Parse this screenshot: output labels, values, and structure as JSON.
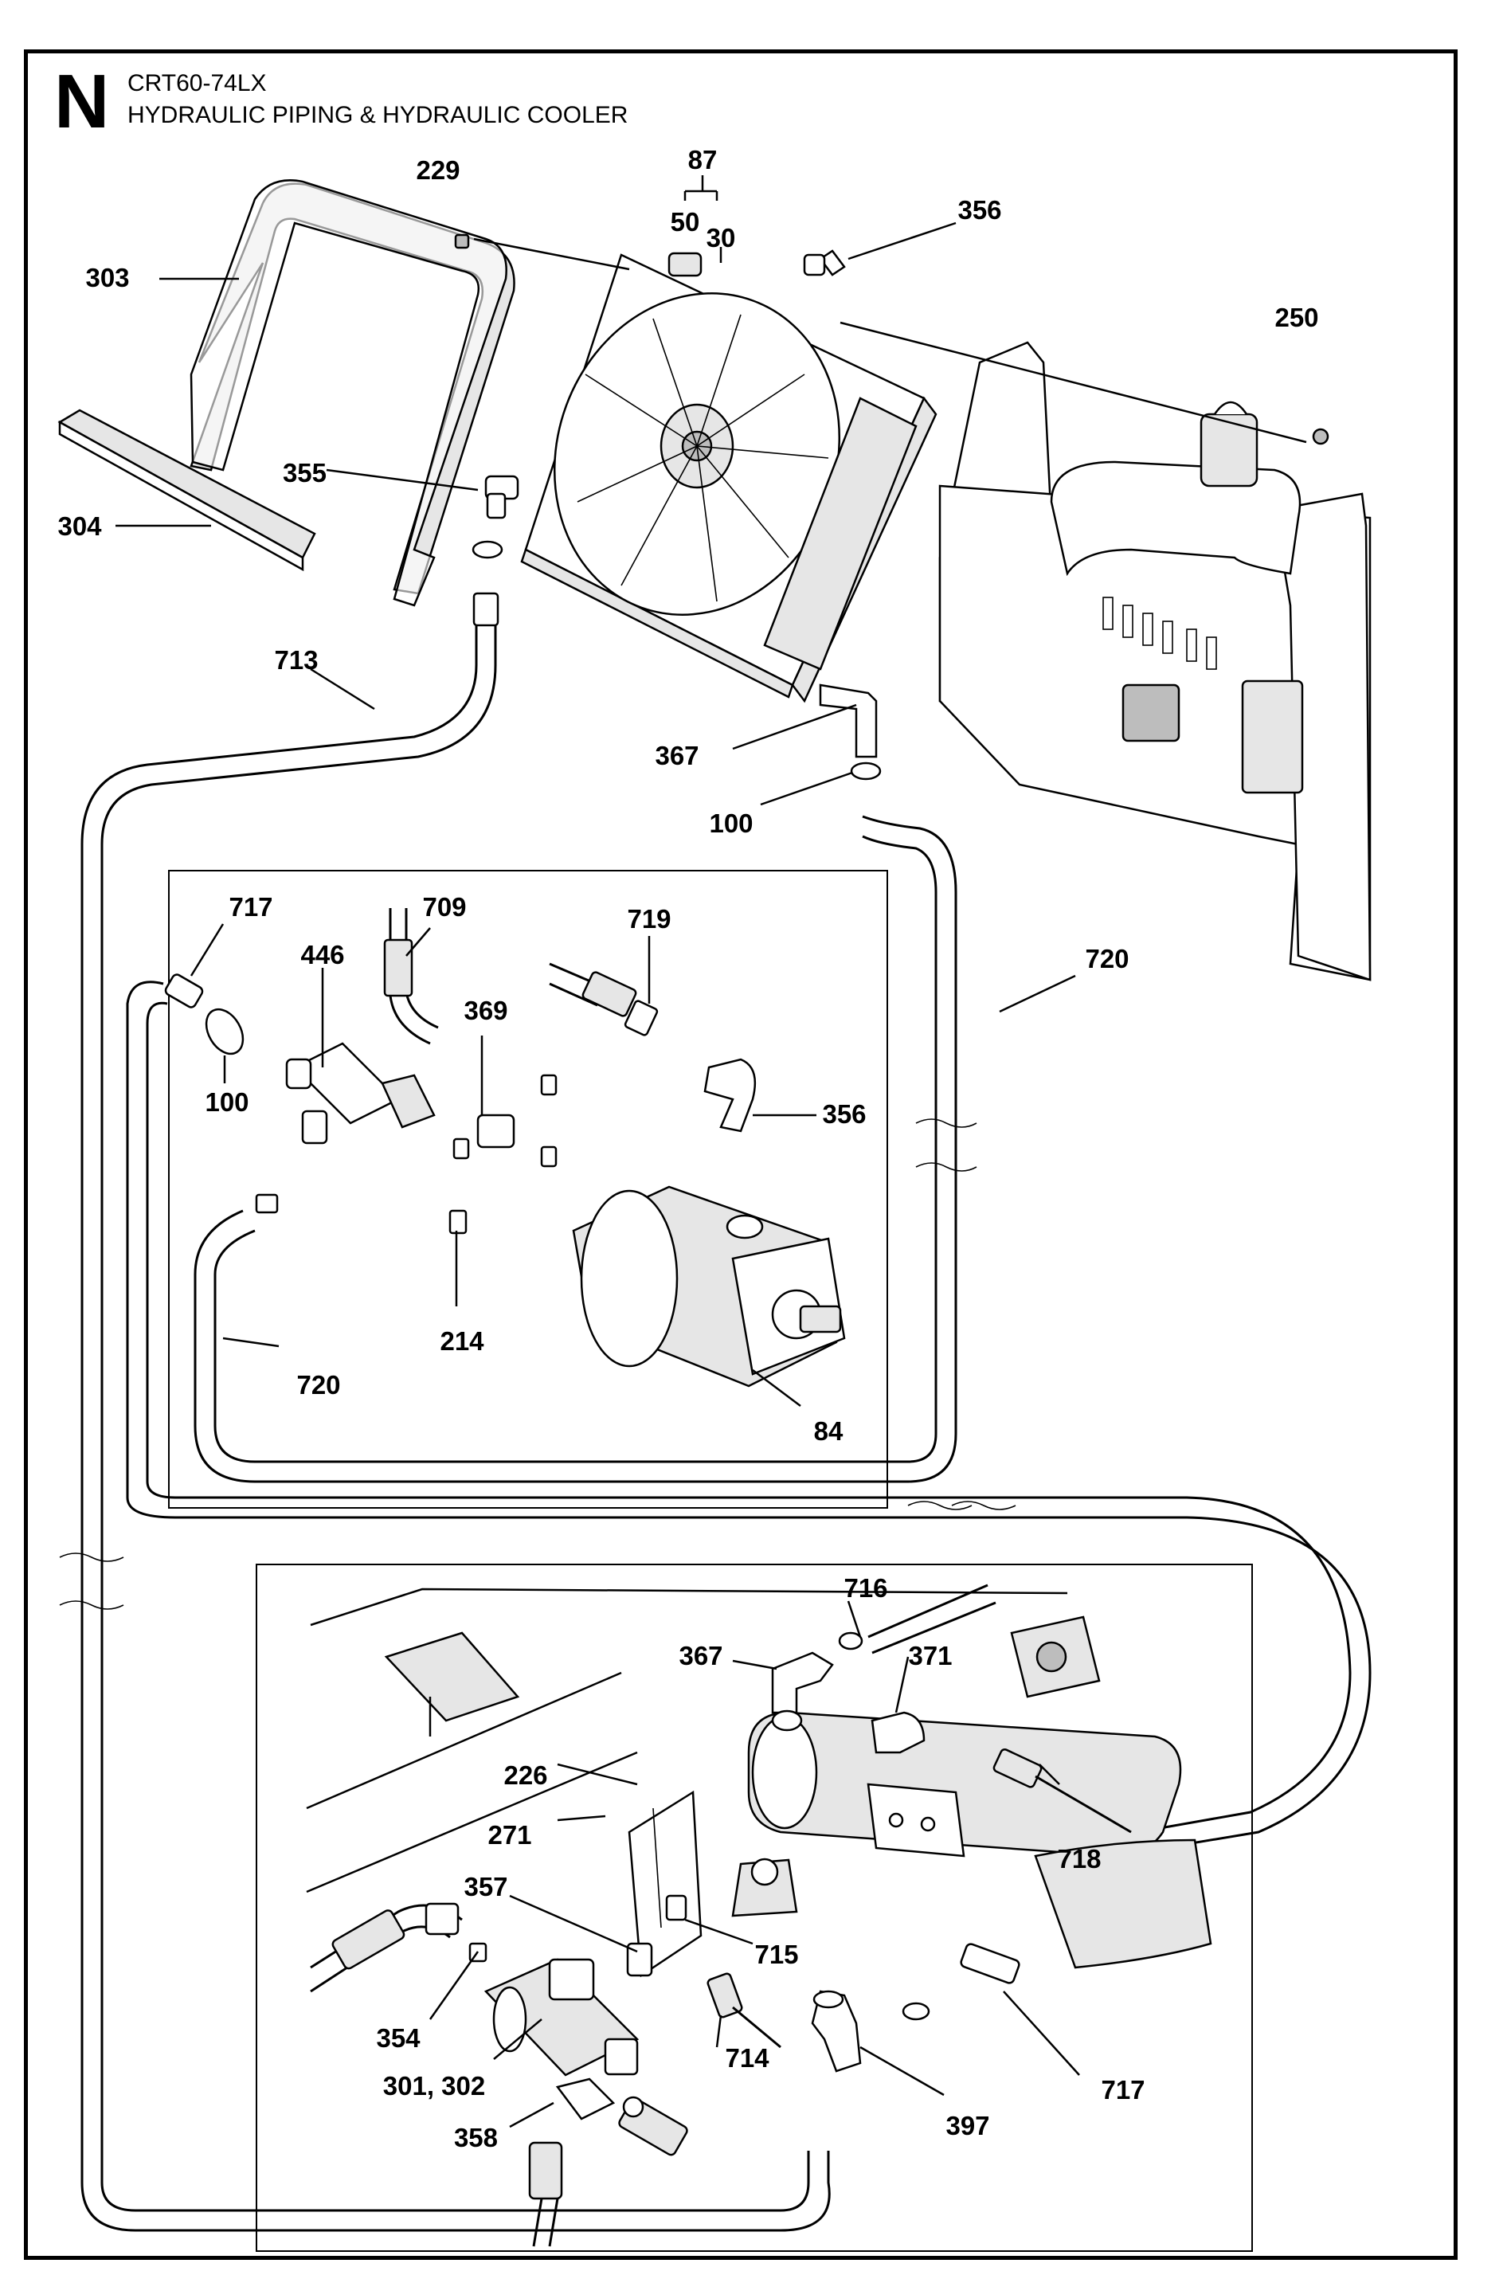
{
  "header": {
    "section_letter": "N",
    "model": "CRT60-74LX",
    "title": "HYDRAULIC PIPING & HYDRAULIC COOLER"
  },
  "callouts": {
    "c87": "87",
    "c229": "229",
    "c50": "50",
    "c30": "30",
    "c356_top": "356",
    "c303": "303",
    "c250": "250",
    "c355": "355",
    "c304": "304",
    "c713": "713",
    "c367_top": "367",
    "c100_top": "100",
    "c717_left": "717",
    "c709": "709",
    "c719": "719",
    "c446": "446",
    "c369": "369",
    "c720_right": "720",
    "c356_mid": "356",
    "c100_mid": "100",
    "c214": "214",
    "c720_left": "720",
    "c84": "84",
    "c716": "716",
    "c367_bot": "367",
    "c371": "371",
    "c226": "226",
    "c271": "271",
    "c718": "718",
    "c357": "357",
    "c715": "715",
    "c354": "354",
    "c714": "714",
    "c301_302": "301, 302",
    "c397": "397",
    "c717_right": "717",
    "c358": "358"
  }
}
